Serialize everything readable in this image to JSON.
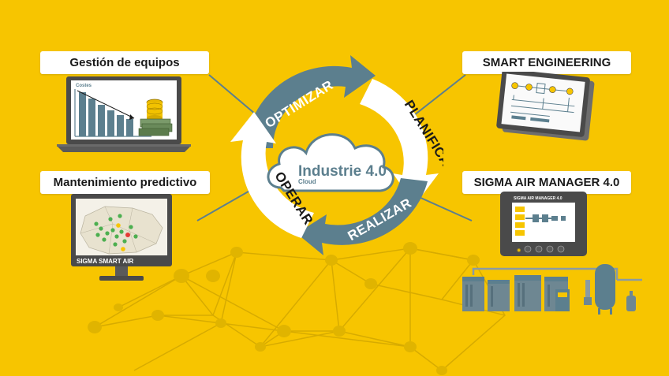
{
  "labels": {
    "equipment": "Gestión de equipos",
    "predictive": "Mantenimiento predictivo",
    "engineering": "SMART ENGINEERING",
    "air_manager": "SIGMA AIR MANAGER 4.0"
  },
  "cycle": {
    "optimizar": "OPTIMIZAR",
    "planificar": "PLANIFICAR",
    "realizar": "REALIZAR",
    "operar": "OPERAR"
  },
  "cloud": {
    "title": "Industrie 4.0",
    "subtitle": "Cloud"
  },
  "laptop": {
    "chart_label": "Costes"
  },
  "monitor": {
    "caption": "SIGMA SMART AIR"
  },
  "controller": {
    "header": "SIGMA AIR MANAGER 4.0"
  },
  "colors": {
    "background": "#f7c500",
    "accent": "#5c7f8e",
    "arrow_white": "#ffffff",
    "device_dark": "#4a4a4a"
  }
}
